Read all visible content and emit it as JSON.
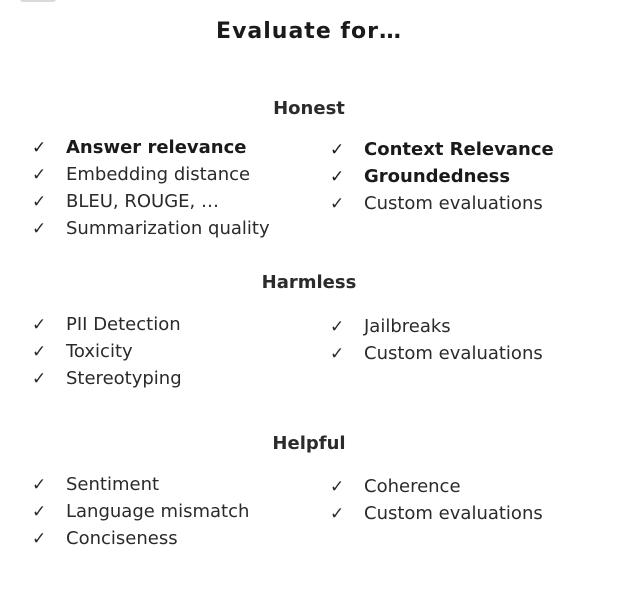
{
  "title": "Evaluate for…",
  "check_glyph": "✓",
  "sections": [
    {
      "heading": "Honest",
      "left": [
        {
          "label": "Answer relevance",
          "bold": true
        },
        {
          "label": "Embedding distance",
          "bold": false
        },
        {
          "label": "BLEU, ROUGE, …",
          "bold": false
        },
        {
          "label": "Summarization quality",
          "bold": false
        }
      ],
      "right": [
        {
          "label": "Context Relevance",
          "bold": true
        },
        {
          "label": "Groundedness",
          "bold": true
        },
        {
          "label": "Custom evaluations",
          "bold": false
        }
      ]
    },
    {
      "heading": "Harmless",
      "left": [
        {
          "label": "PII Detection",
          "bold": false
        },
        {
          "label": "Toxicity",
          "bold": false
        },
        {
          "label": "Stereotyping",
          "bold": false
        }
      ],
      "right": [
        {
          "label": "Jailbreaks",
          "bold": false
        },
        {
          "label": "Custom evaluations",
          "bold": false
        }
      ]
    },
    {
      "heading": "Helpful",
      "left": [
        {
          "label": "Sentiment",
          "bold": false
        },
        {
          "label": "Language mismatch",
          "bold": false
        },
        {
          "label": "Conciseness",
          "bold": false
        }
      ],
      "right": [
        {
          "label": "Coherence",
          "bold": false
        },
        {
          "label": "Custom evaluations",
          "bold": false
        }
      ]
    }
  ]
}
